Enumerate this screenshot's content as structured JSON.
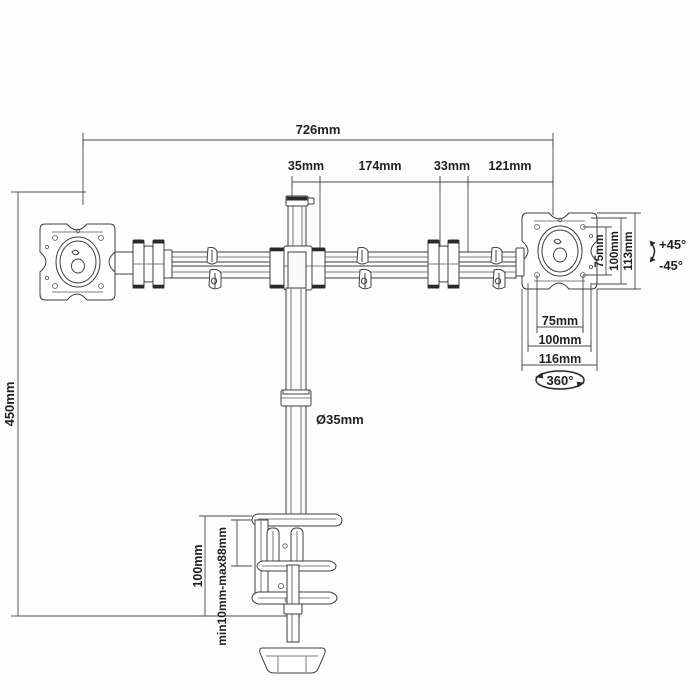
{
  "drawing": {
    "title": "Dual Monitor Desk Mount Technical Drawing",
    "background_color": "#fdfdfd",
    "line_color": "#3a3a3a",
    "dim_color": "#231f20"
  },
  "dimensions": {
    "overall_width": "726mm",
    "overall_height": "450mm",
    "segment_a": "35mm",
    "segment_b": "174mm",
    "segment_c": "33mm",
    "segment_d": "121mm",
    "pole_diameter": "Ø35mm",
    "clamp_range": "min10mm-max88mm",
    "clamp_depth": "100mm",
    "vesa_v_75": "75mm",
    "vesa_v_100": "100mm",
    "plate_height_113": "113mm",
    "vesa_h_75": "75mm",
    "vesa_h_100": "100mm",
    "plate_width_116": "116mm",
    "rotation": "360°",
    "tilt_up": "+45°",
    "tilt_down": "-45°"
  }
}
